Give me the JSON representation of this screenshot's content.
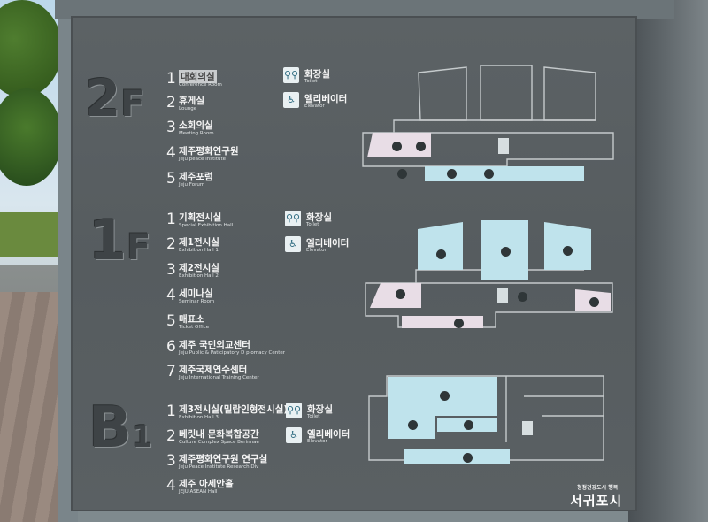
{
  "floors": [
    {
      "label_main": "2",
      "label_sub": "F",
      "rooms": [
        {
          "num": "1",
          "ko": "대회의실",
          "en": "Conference Room"
        },
        {
          "num": "2",
          "ko": "휴게실",
          "en": "Lounge"
        },
        {
          "num": "3",
          "ko": "소회의실",
          "en": "Meeting Room"
        },
        {
          "num": "4",
          "ko": "제주평화연구원",
          "en": "Jeju peace Institute"
        },
        {
          "num": "5",
          "ko": "제주포럼",
          "en": "Jeju Forum"
        }
      ],
      "facilities": [
        {
          "ko": "화장실",
          "en": "Toilet",
          "icon": "toilet-icon"
        },
        {
          "ko": "엘리베이터",
          "en": "Elevator",
          "icon": "elevator-icon"
        }
      ]
    },
    {
      "label_main": "1",
      "label_sub": "F",
      "rooms": [
        {
          "num": "1",
          "ko": "기획전시실",
          "en": "Special Exhibition Hall"
        },
        {
          "num": "2",
          "ko": "제1전시실",
          "en": "Exhibition Hall 1"
        },
        {
          "num": "3",
          "ko": "제2전시실",
          "en": "Exhibition Hall 2"
        },
        {
          "num": "4",
          "ko": "세미나실",
          "en": "Seminar Room"
        },
        {
          "num": "5",
          "ko": "매표소",
          "en": "Ticket Office"
        },
        {
          "num": "6",
          "ko": "제주 국민외교센터",
          "en": "Jeju Public & Paticipatory D  p omacy Center"
        },
        {
          "num": "7",
          "ko": "제주국제연수센터",
          "en": "Jeju International Training Center"
        }
      ],
      "facilities": [
        {
          "ko": "화장실",
          "en": "Toilet",
          "icon": "toilet-icon"
        },
        {
          "ko": "엘리베이터",
          "en": "Elevator",
          "icon": "elevator-icon"
        }
      ]
    },
    {
      "label_main": "B",
      "label_sub": "1",
      "rooms": [
        {
          "num": "1",
          "ko": "제3전시실(밀랍인형전시실)",
          "en": "Exhibition Hall 3"
        },
        {
          "num": "2",
          "ko": "베릿내 문화복합공간",
          "en": "Culture Complex Space Berinnae"
        },
        {
          "num": "3",
          "ko": "제주평화연구원 연구실",
          "en": "Jeju Peace Institute Research Div"
        },
        {
          "num": "4",
          "ko": "제주 아세안홀",
          "en": "JEJU ASEAN Hall"
        }
      ],
      "facilities": [
        {
          "ko": "화장실",
          "en": "Toilet",
          "icon": "toilet-icon"
        },
        {
          "ko": "엘리베이터",
          "en": "Elevator",
          "icon": "elevator-icon"
        }
      ]
    }
  ],
  "watermark": {
    "text": "서귀포시",
    "tagline": "청정건강도시 행복"
  },
  "colors": {
    "board": "#5a6063",
    "room_fill": "#bfe3ec",
    "room_alt": "#e8dde6",
    "text": "#f6f6f6"
  }
}
